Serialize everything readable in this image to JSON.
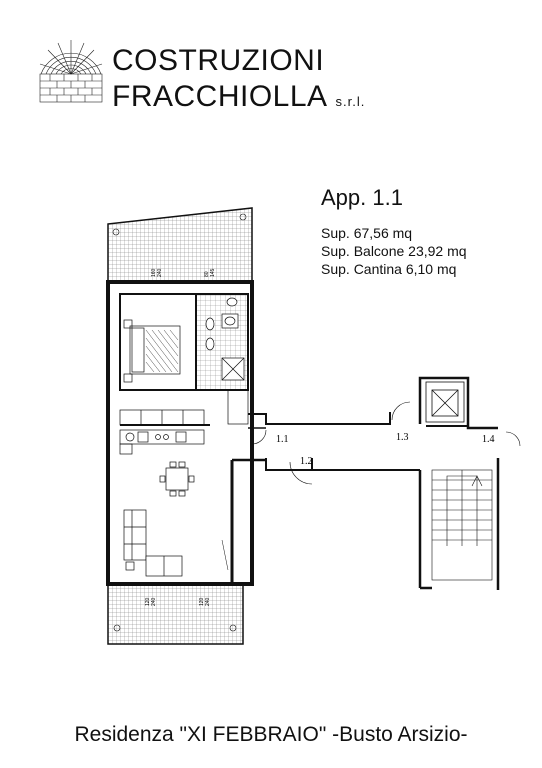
{
  "company": {
    "name_line1": "COSTRUZIONI",
    "name_line2": "FRACCHIOLLA",
    "legal_suffix": "s.r.l."
  },
  "apartment": {
    "title": "App. 1.1",
    "surface": "Sup. 67,56 mq",
    "balcony": "Sup. Balcone 23,92 mq",
    "cellar": "Sup. Cantina 6,10 mq"
  },
  "plan": {
    "labels": [
      "1.1",
      "1.2",
      "1.3",
      "1.4"
    ],
    "window_dims": {
      "top_left": [
        "160",
        "240"
      ],
      "top_right": [
        "80",
        "145"
      ],
      "bottom_left": [
        "120",
        "240"
      ],
      "bottom_right": [
        "120",
        "240"
      ]
    }
  },
  "footer": {
    "caption": "Residenza \"XI FEBBRAIO\" -Busto Arsizio-"
  }
}
